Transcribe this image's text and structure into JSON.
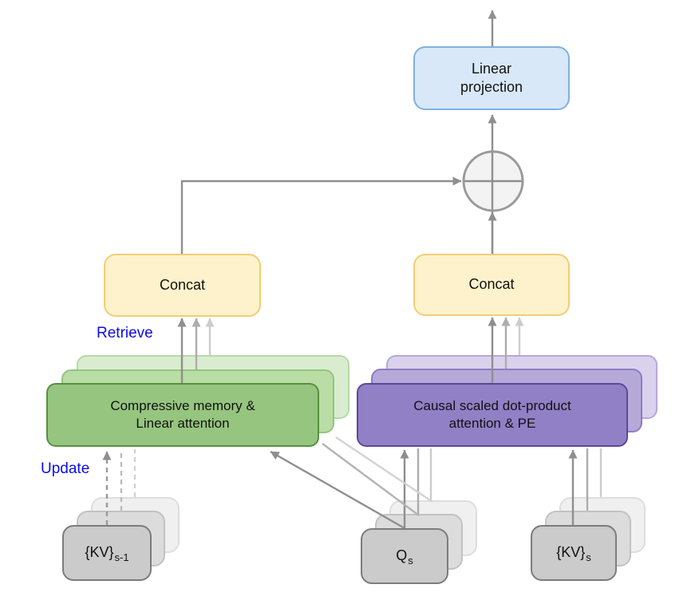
{
  "diagram": {
    "kind": "neural-architecture-diagram",
    "colors": {
      "linear_projection_fill": "#d8e8f8",
      "linear_projection_border": "#7fb2e0",
      "concat_fill": "#fef2cc",
      "concat_border": "#f3cd74",
      "memory_fill": "#96c57f",
      "memory_border": "#579140",
      "attention_fill": "#9180c6",
      "attention_border": "#5d4899",
      "io_fill": "#cbcbcb",
      "io_border": "#7c7c7c",
      "arrow_dark": "#8f8f8f",
      "arrow_medium": "#adadad",
      "arrow_light": "#cccccc",
      "blue_label": "#0b0bee",
      "sum_circle_fill": "#f3f3f3",
      "sum_circle_stroke": "#9a9a9a"
    },
    "labels": {
      "output_head": {
        "lines": [
          "Linear",
          "projection"
        ]
      },
      "concat_left": "Concat",
      "concat_right": "Concat",
      "memory_block": {
        "lines": [
          "Compressive memory &",
          "Linear attention"
        ]
      },
      "attention_block": {
        "lines": [
          "Causal scaled dot-product",
          "attention & PE"
        ]
      },
      "retrieve": "Retrieve",
      "update": "Update",
      "kv_prev": {
        "base": "{KV}",
        "sub": "s-1"
      },
      "query": {
        "base": "Q",
        "sub": "s"
      },
      "kv_cur": {
        "base": "{KV}",
        "sub": "s"
      }
    }
  }
}
